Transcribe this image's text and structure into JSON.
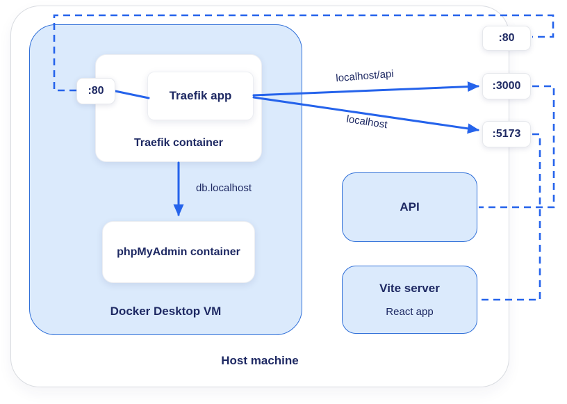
{
  "host": {
    "label": "Host machine"
  },
  "vm": {
    "label": "Docker Desktop VM"
  },
  "traefik_container": {
    "label": "Traefik container"
  },
  "traefik_app": {
    "label": "Traefik app"
  },
  "phpmyadmin_container": {
    "label": "phpMyAdmin container"
  },
  "api_box": {
    "label": "API"
  },
  "vite_box": {
    "title": "Vite server",
    "subtitle": "React app"
  },
  "ports": {
    "left_80": ":80",
    "right_80": ":80",
    "p3000": ":3000",
    "p5173": ":5173"
  },
  "edge_labels": {
    "localhost_api": "localhost/api",
    "localhost": "localhost",
    "db_localhost": "db.localhost"
  },
  "colors": {
    "accent_blue": "#2563eb",
    "navy_text": "#1e2963",
    "panel_fill": "#dbeafc",
    "panel_border": "#2f6fd8"
  }
}
